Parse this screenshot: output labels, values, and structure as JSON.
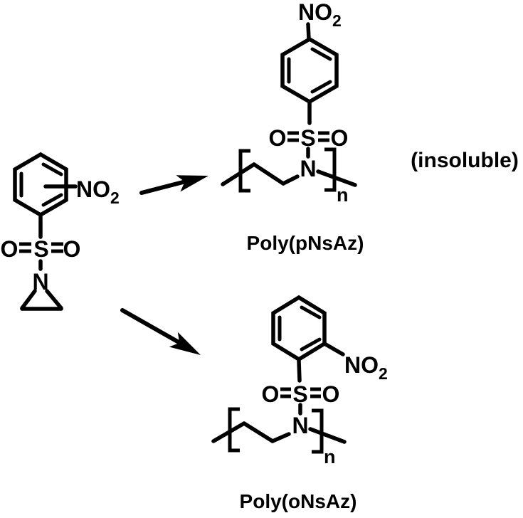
{
  "scheme": {
    "colors": {
      "bond": "#000000",
      "nitrogen": "#2a3cdb"
    },
    "monomer": {
      "nitro": {
        "main": "NO",
        "sub": "2"
      },
      "o_left": "O",
      "s": "S",
      "o_right": "O",
      "n": "N"
    },
    "product_para": {
      "nitro": {
        "main": "NO",
        "sub": "2"
      },
      "o_left": "O",
      "s": "S",
      "o_right": "O",
      "n": "N",
      "repeat": "n",
      "name": "Poly(pNsAz)",
      "note": "(insoluble)"
    },
    "product_ortho": {
      "nitro": {
        "main": "NO",
        "sub": "2"
      },
      "o_left": "O",
      "s": "S",
      "o_right": "O",
      "n": "N",
      "repeat": "n",
      "name": "Poly(oNsAz)"
    }
  }
}
